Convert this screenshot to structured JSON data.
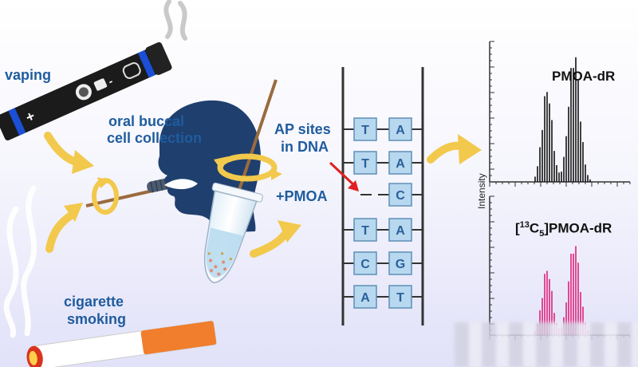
{
  "labels": {
    "vaping": "vaping",
    "oral_buccal": "oral buccal",
    "cell_collection": "cell collection",
    "ap_sites": "AP sites",
    "in_dna": "in DNA",
    "pmoa": "+PMOA",
    "cigarette": "cigarette",
    "smoking": "smoking",
    "intensity": "Intensity",
    "peak_top": "PMOA-dR",
    "peak_bottom_iso": "13",
    "peak_bottom_sub": "5",
    "peak_bottom_c": "C",
    "peak_bottom_rest": "]PMOA-dR"
  },
  "dna_pairs": [
    {
      "left": "T",
      "right": "A"
    },
    {
      "left": "T",
      "right": "A"
    },
    {
      "left": "",
      "right": "C"
    },
    {
      "left": "T",
      "right": "A"
    },
    {
      "left": "C",
      "right": "G"
    },
    {
      "left": "A",
      "right": "T"
    }
  ],
  "colors": {
    "label_blue": "#1f5c9e",
    "base_fill": "#b7d8ef",
    "arrow_yellow": "#f2c94c",
    "peak_black": "#111111",
    "peak_pink": "#e0207a",
    "marker_red": "#e02020"
  }
}
